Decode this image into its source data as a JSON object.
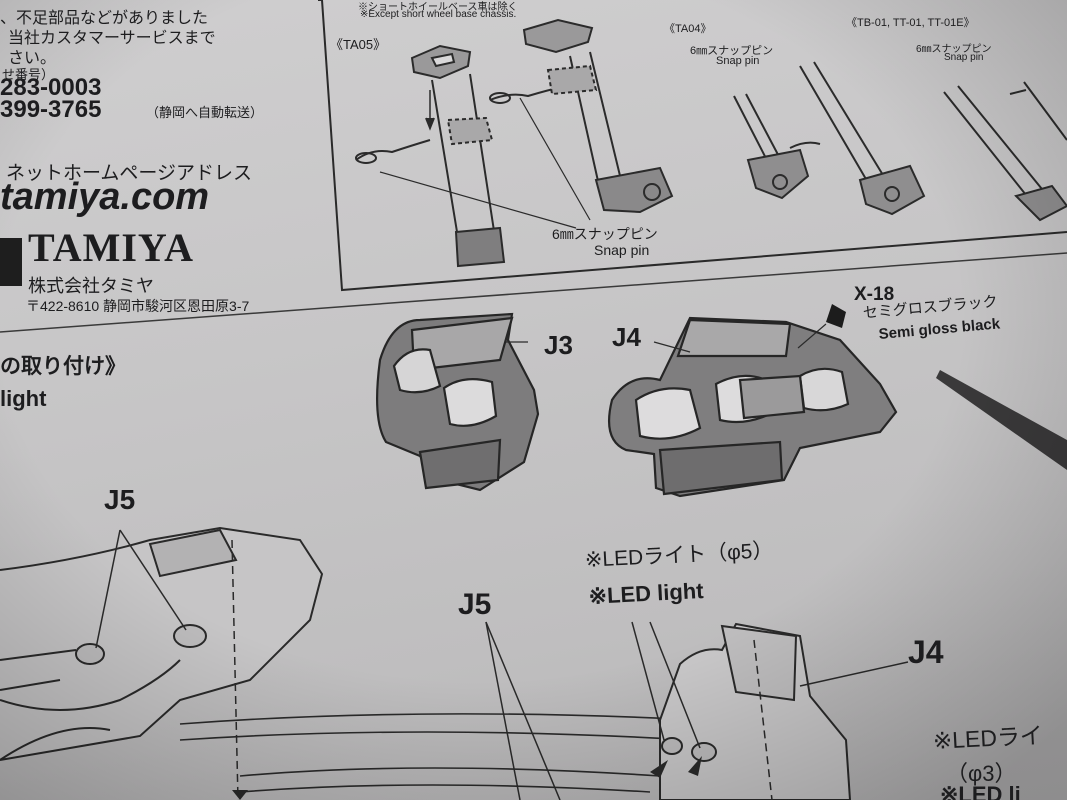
{
  "header": {
    "contact_line1": "、不足部品などがありました",
    "contact_line2": "当社カスタマーサービスまで",
    "contact_line3": "さい。",
    "inquiry_label": "せ番号）",
    "phone1": "283-0003",
    "phone2": "399-3765",
    "phone2_note": "（静岡へ自動転送）",
    "homepage_label": "ネットホームページアドレス",
    "url": "tamiya.com",
    "brand": "TAMIYA",
    "company": "株式会社タミヤ",
    "address": "〒422-8610 静岡市駿河区恩田原3-7"
  },
  "top_panel": {
    "note_jp": "※ショートホイールベース車は除く",
    "note_en": "※Except short wheel base chassis.",
    "chassis_a": "《TA05》",
    "chassis_b": "《TA04》",
    "chassis_c": "《TB-01, TT-01, TT-01E》",
    "pin_jp": "6㎜スナップピン",
    "pin_en": "Snap pin",
    "pin_small_jp_1": "6㎜スナップピン",
    "pin_small_en_1": "Snap pin",
    "pin_small_jp_2": "6㎜スナップピン",
    "pin_small_en_2": "Snap pin"
  },
  "section": {
    "title_jp": "の取り付け》",
    "title_en": "light"
  },
  "parts": {
    "j3": "J3",
    "j4": "J4",
    "j5": "J5",
    "paint_code": "X-18",
    "paint_jp": "セミグロスブラック",
    "paint_en": "Semi gloss black"
  },
  "lower": {
    "led5_jp": "※LEDライト（φ5）",
    "led5_en": "※LED light",
    "led3_jp": "※LEDライ",
    "led3_size": "（φ3）",
    "led3_en": "※LED li"
  }
}
